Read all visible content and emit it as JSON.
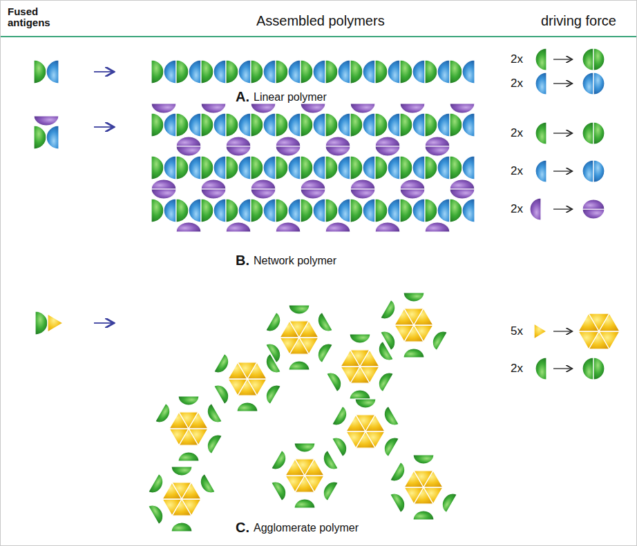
{
  "diagram": {
    "labels": [
      "Fused antigens",
      "Assembled polymers",
      "driving force",
      "A.",
      "Linear polymer",
      "2x",
      "2x",
      "B.",
      "Network polymer",
      "2x",
      "2x",
      "2x",
      "C.",
      "Agglomerate polymer",
      "5x",
      "2x"
    ]
  }
}
